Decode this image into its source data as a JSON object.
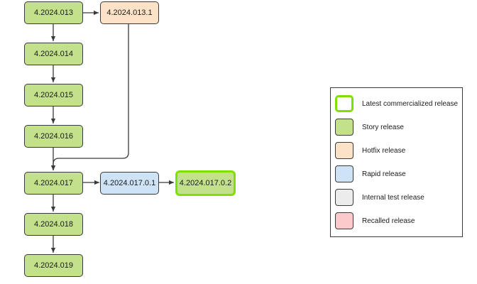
{
  "colors": {
    "story": "#c3e08a",
    "hotfix": "#fde2c7",
    "rapid": "#cfe3f7",
    "internal_test": "#ececec",
    "recalled": "#fccaca",
    "latest_border": "#7ee000",
    "node_border": "#3a3a3a",
    "edge": "#3a3a3a"
  },
  "nodes": {
    "n013": "4.2024.013",
    "n013_1": "4.2024.013.1",
    "n014": "4.2024.014",
    "n015": "4.2024.015",
    "n016": "4.2024.016",
    "n017": "4.2024.017",
    "n017_0_1": "4.2024.017.0.1",
    "n017_0_2": "4.2024.017.0.2",
    "n018": "4.2024.018",
    "n019": "4.2024.019"
  },
  "edges": [
    {
      "from": "4.2024.013",
      "to": "4.2024.013.1"
    },
    {
      "from": "4.2024.013",
      "to": "4.2024.014"
    },
    {
      "from": "4.2024.014",
      "to": "4.2024.015"
    },
    {
      "from": "4.2024.015",
      "to": "4.2024.016"
    },
    {
      "from": "4.2024.016",
      "to": "4.2024.017"
    },
    {
      "from": "4.2024.013.1",
      "to": "4.2024.017"
    },
    {
      "from": "4.2024.017",
      "to": "4.2024.017.0.1"
    },
    {
      "from": "4.2024.017.0.1",
      "to": "4.2024.017.0.2"
    },
    {
      "from": "4.2024.017",
      "to": "4.2024.018"
    },
    {
      "from": "4.2024.018",
      "to": "4.2024.019"
    }
  ],
  "legend": {
    "latest": "Latest commercialized release",
    "story": "Story release",
    "hotfix": "Hotfix release",
    "rapid": "Rapid release",
    "internal_test": "Internal test release",
    "recalled": "Recalled release"
  }
}
